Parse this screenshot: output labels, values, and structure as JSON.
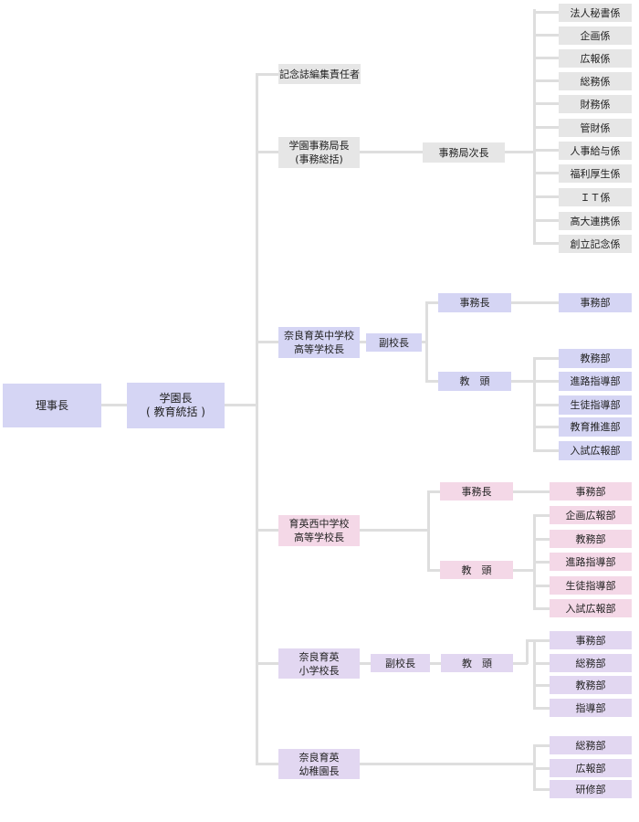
{
  "org": {
    "chairman": "理事長",
    "academy_head": "学園長\n( 教育統括 )",
    "editor": "記念誌編集責任者",
    "office_director": "学園事務局長\n(事務総括)",
    "deputy_director": "事務局次長",
    "office_units": [
      "法人秘書係",
      "企画係",
      "広報係",
      "総務係",
      "財務係",
      "管財係",
      "人事給与係",
      "福利厚生係",
      "ＩＴ係",
      "高大連携係",
      "創立記念係"
    ],
    "nara_hs": {
      "principal": "奈良育英中学校\n高等学校長",
      "vice": "副校長",
      "admin_head": "事務長",
      "admin_dept": "事務部",
      "head_teacher": "教　頭",
      "depts": [
        "教務部",
        "進路指導部",
        "生徒指導部",
        "教育推進部",
        "入試広報部"
      ]
    },
    "nishi_hs": {
      "principal": "育英西中学校\n高等学校長",
      "admin_head": "事務長",
      "admin_dept": "事務部",
      "head_teacher": "教　頭",
      "depts": [
        "企画広報部",
        "教務部",
        "進路指導部",
        "生徒指導部",
        "入試広報部"
      ]
    },
    "elementary": {
      "principal": "奈良育英\n小学校長",
      "vice": "副校長",
      "head_teacher": "教　頭",
      "depts": [
        "事務部",
        "総務部",
        "教務部",
        "指導部"
      ]
    },
    "kindergarten": {
      "principal": "奈良育英\n幼稚園長",
      "depts": [
        "総務部",
        "広報部",
        "研修部"
      ]
    }
  },
  "colors": {
    "line": "#dedede",
    "gray": "#e6e6e6",
    "blue": "#d5d5f4",
    "pink": "#f4d8e7",
    "purple": "#e2d7f1"
  }
}
